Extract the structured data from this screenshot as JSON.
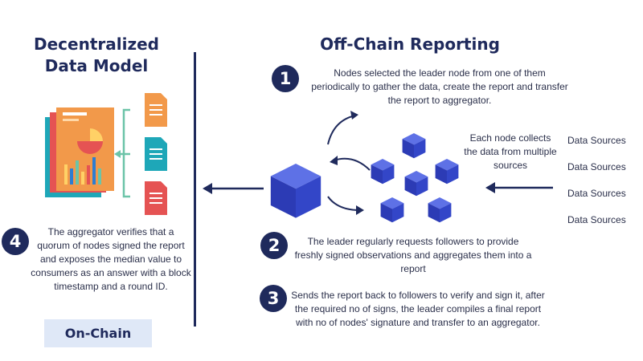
{
  "left": {
    "title_line1": "Decentralized",
    "title_line2": "Data Model",
    "step4_number": "4",
    "step4_text": "The aggregator verifies that a quorum of nodes signed the report and exposes the median value to consumers as an answer with a block timestamp and a round ID.",
    "onchain_label": "On-Chain"
  },
  "right": {
    "title": "Off-Chain Reporting",
    "step1_number": "1",
    "step1_text": "Nodes selected the leader node from one of them periodically to gather the data, create the report and transfer the report to aggregator.",
    "collect_text": "Each node collects the data from multiple sources",
    "step2_number": "2",
    "step2_text": "The leader regularly requests followers to provide freshly signed observations and aggregates them into a report",
    "step3_number": "3",
    "step3_text": "Sends the report back to followers to verify and sign it, after the required no of signs, the leader compiles a final report with no of nodes' signature and transfer to an aggregator.",
    "data_sources": [
      "Data Sources",
      "Data Sources",
      "Data Sources",
      "Data Sources"
    ]
  },
  "colors": {
    "navy": "#1f2a5c",
    "cube_blue": "#3346c8",
    "connector_teal": "#6cc4a8",
    "doc_orange": "#f2994a",
    "doc_teal": "#1ea7b8",
    "doc_red": "#e55353"
  }
}
